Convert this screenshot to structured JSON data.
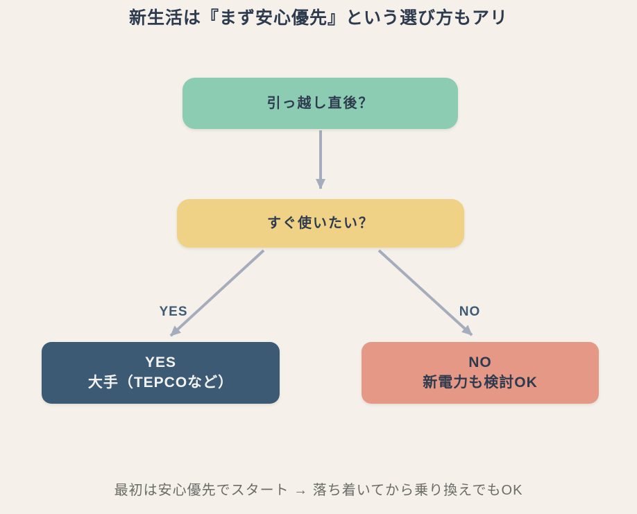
{
  "title": "新生活は『まず安心優先』という選び方もアリ",
  "flowchart": {
    "nodes": {
      "start": {
        "label": "引っ越し直後？"
      },
      "question": {
        "label": "すぐ使いたい？"
      },
      "yes_result": {
        "line1": "YES",
        "line2": "大手（TEPCOなど）"
      },
      "no_result": {
        "line1": "NO",
        "line2": "新電力も検討OK"
      }
    },
    "edges": {
      "yes_label": "YES",
      "no_label": "NO"
    }
  },
  "caption": "最初は安心優先でスタート → 落ち着いてから乗り換えでもOK",
  "colors": {
    "background": "#f5f1ea",
    "start_node": "#8cccb2",
    "question_node": "#f0d286",
    "yes_node": "#3d5a75",
    "no_node": "#e59886",
    "arrow": "#a5adbc",
    "title_text": "#2e3b4e",
    "edge_label_text": "#3e5a75",
    "caption_text": "#6b6b68"
  }
}
